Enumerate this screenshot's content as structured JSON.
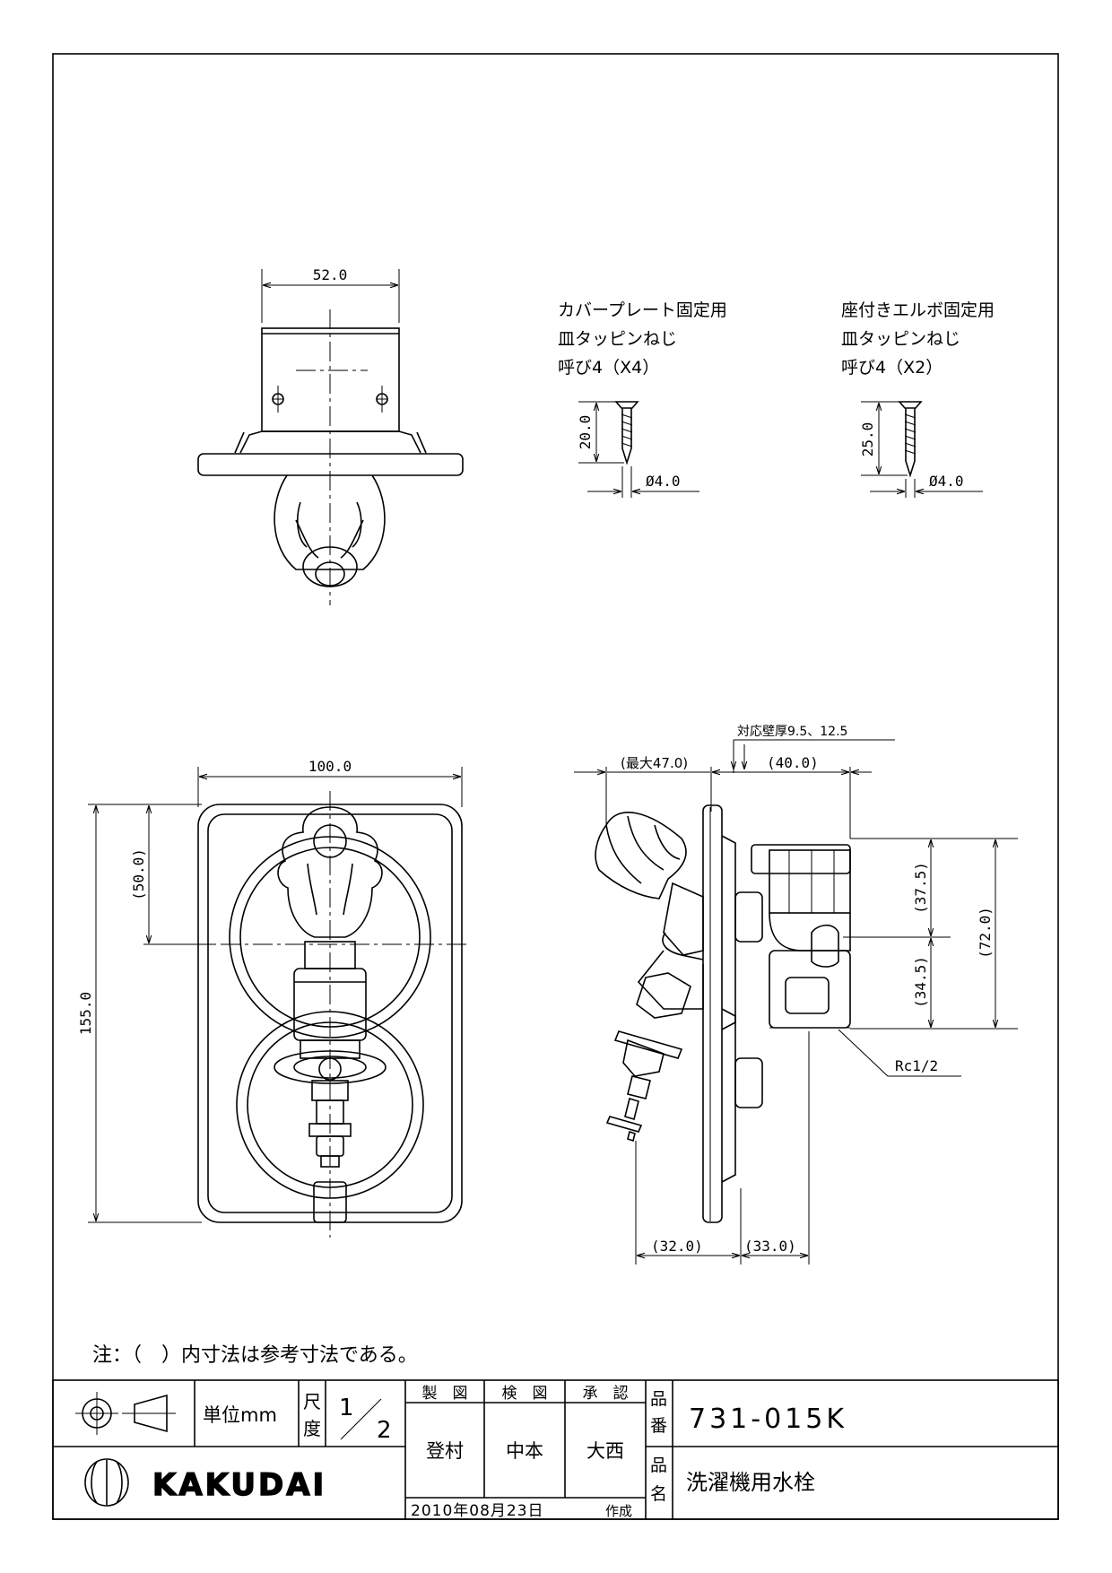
{
  "top_view": {
    "width_dim": "52.0"
  },
  "screws": {
    "cover": {
      "line1": "カバープレート固定用",
      "line2": "皿タッピンねじ",
      "line3": "呼び4（X4）",
      "length": "20.0",
      "diameter": "Ø4.0"
    },
    "elbow": {
      "line1": "座付きエルボ固定用",
      "line2": "皿タッピンねじ",
      "line3": "呼び4（X2）",
      "length": "25.0",
      "diameter": "Ø4.0"
    }
  },
  "front_view": {
    "width_dim": "100.0",
    "height_dim": "155.0",
    "center_dim": "(50.0)"
  },
  "side_view": {
    "wall_thickness": "対応壁厚9.5、12.5",
    "max_depth": "(最大47.0)",
    "depth_right": "(40.0)",
    "upper_height": "(37.5)",
    "lower_height": "(34.5)",
    "total_height": "(72.0)",
    "thread": "Rc1/2",
    "bottom_left": "(32.0)",
    "bottom_right": "(33.0)"
  },
  "note": "注：（　）内寸法は参考寸法である。",
  "title_block": {
    "unit_label": "単位mm",
    "scale_label_top": "尺",
    "scale_label_bottom": "度",
    "scale_num": "1",
    "scale_den": "2",
    "drawn_label": "製　図",
    "checked_label": "検　図",
    "approved_label": "承　認",
    "drawn_by": "登村",
    "checked_by": "中本",
    "approved_by": "大西",
    "part_no_label_top": "品",
    "part_no_label_bottom": "番",
    "part_no": "731-015K",
    "part_name_label_top": "品",
    "part_name_label_bottom": "名",
    "part_name": "洗濯機用水栓",
    "company": "KAKUDAI",
    "date": "2010年08月23日",
    "created_label": "作成"
  }
}
